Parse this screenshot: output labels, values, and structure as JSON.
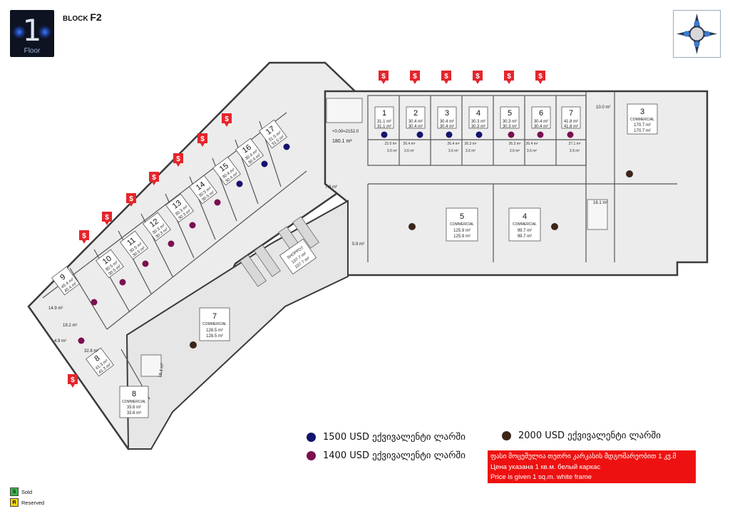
{
  "header": {
    "floor_number": "1",
    "floor_label": "Floor",
    "block_prefix": "BLOCK",
    "block_name": "F2"
  },
  "sold_icon_label": "$",
  "units_top": [
    {
      "num": "1",
      "a": "31.1 m²",
      "b": "31.1 m²",
      "price": "1500"
    },
    {
      "num": "2",
      "a": "30.4 m²",
      "b": "30.4 m²",
      "price": "1500"
    },
    {
      "num": "3",
      "a": "30.4 m²",
      "b": "30.4 m²",
      "price": "1500"
    },
    {
      "num": "4",
      "a": "30.3 m²",
      "b": "30.3 m²",
      "price": "1500"
    },
    {
      "num": "5",
      "a": "30.3 m²",
      "b": "30.3 m²",
      "price": "1400"
    },
    {
      "num": "6",
      "a": "30.4 m²",
      "b": "30.4 m²",
      "price": "1400"
    },
    {
      "num": "7",
      "a": "41.8 m²",
      "b": "41.8 m²",
      "price": "1400"
    }
  ],
  "units_wing": [
    {
      "num": "17",
      "a": "31.5 m²",
      "b": "31.5 m²",
      "price": "1500"
    },
    {
      "num": "16",
      "a": "30.4 m²",
      "b": "30.4 m²",
      "price": "1500"
    },
    {
      "num": "15",
      "a": "30.4 m²",
      "b": "30.4 m²",
      "price": "1500"
    },
    {
      "num": "14",
      "a": "30.5 m²",
      "b": "30.5 m²",
      "price": "1400"
    },
    {
      "num": "13",
      "a": "30.3 m²",
      "b": "30.3 m²",
      "price": "1400"
    },
    {
      "num": "12",
      "a": "30.3 m²",
      "b": "30.3 m²",
      "price": "1400"
    },
    {
      "num": "11",
      "a": "30.5 m²",
      "b": "30.5 m²",
      "price": "1400"
    },
    {
      "num": "10",
      "a": "30.5 m²",
      "b": "30.5 m²",
      "price": "1400"
    },
    {
      "num": "9",
      "a": "45.4 m²",
      "b": "45.4 m²",
      "price": "1400"
    }
  ],
  "unit_8": {
    "num": "8",
    "a": "41.3 m²",
    "b": "41.3 m²",
    "price": "1400"
  },
  "small_areas_top": [
    "22.0 m²",
    "26.4 m²",
    "26.4 m²",
    "26.3 m²",
    "26.3 m²",
    "26.4 m²",
    "27.1 m²"
  ],
  "bath_areas_top": [
    "3.6 m²",
    "3.6 m²",
    "3.6 m²",
    "3.6 m²",
    "3.6 m²",
    "3.6 m²",
    "3.9 m²"
  ],
  "commercial": [
    {
      "num": "3",
      "label": "COMMERCIAL",
      "a": "170.7 m²",
      "b": "170.7 m²"
    },
    {
      "num": "5",
      "label": "COMMERCIAL",
      "a": "125.9 m²",
      "b": "125.9 m²"
    },
    {
      "num": "4",
      "label": "COMMERCIAL",
      "a": "99.7 m²",
      "b": "99.7 m²"
    },
    {
      "num": "7",
      "label": "COMMERCIAL",
      "a": "128.5 m²",
      "b": "128.5 m²"
    },
    {
      "num": "8",
      "label": "COMMERCIAL",
      "a": "33.6 m²",
      "b": "33.6 m²"
    }
  ],
  "shop": {
    "label": "SHOPPOT",
    "a": "107.7 m²",
    "b": "107.7 m²"
  },
  "misc_areas": {
    "lobby": "180.1 m²",
    "elevation": "+0.00=2152.0",
    "a1": "10.0 m²",
    "a2": "16.1 m²",
    "a3": "5.9 m²",
    "a4": "7.8 m²",
    "a5": "14.9 m²",
    "a6": "19.2 m²",
    "a7": "4.9 m²",
    "a8": "32.8 m²",
    "a9": "18.1 m²"
  },
  "legend": [
    {
      "text": "1500 USD ექვივალენტი ლარში",
      "color": "#14146e"
    },
    {
      "text": "1400 USD ექვივალენტი ლარში",
      "color": "#7a1050"
    },
    {
      "text": "2000 USD ექვივალენტი ლარში",
      "color": "#3b2618"
    }
  ],
  "price_note": [
    "ფასი მოცემულია თეთრი კარკასის მდგომარეობით 1 კვ.მ",
    "Цена указана 1 кв.м. белый каркас",
    "Price is given 1 sq.m. white frame"
  ],
  "status_legend": [
    {
      "code": "S",
      "label": "Sold",
      "color": "#39b54a"
    },
    {
      "code": "R",
      "label": "Reserved",
      "color": "#f5d50a"
    }
  ],
  "colors": {
    "wall": "#3a3a3a",
    "floor": "#ececec",
    "sold": "#e4262c"
  }
}
